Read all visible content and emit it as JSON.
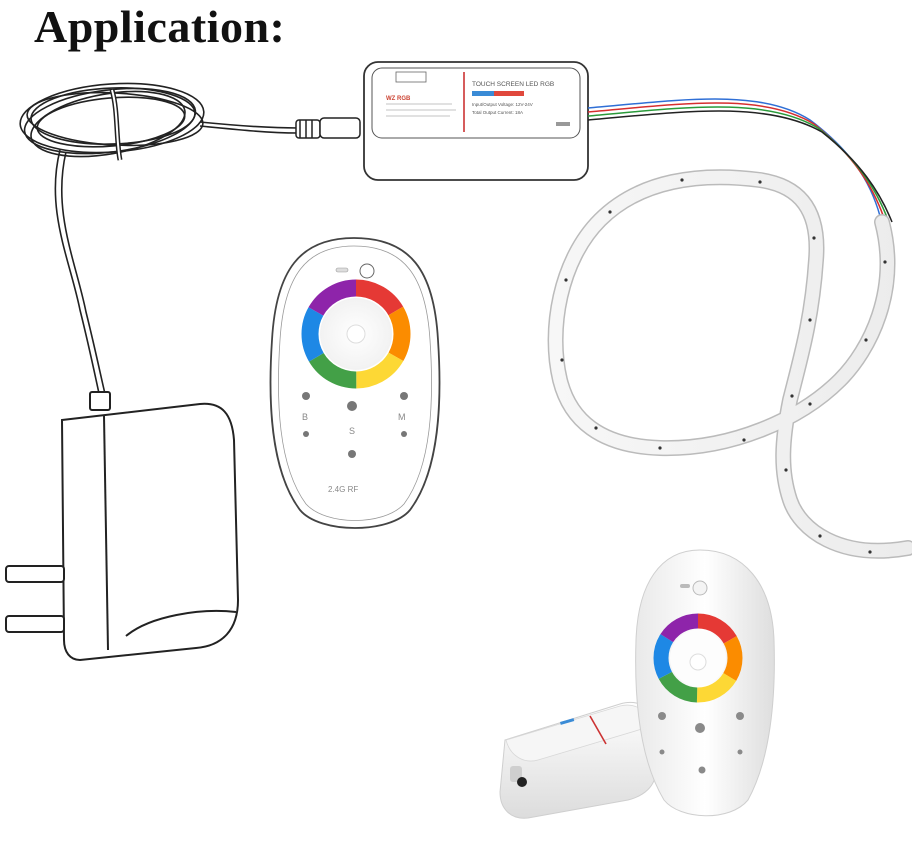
{
  "heading": "Application:",
  "controller": {
    "brand": "WZ RGB",
    "product_line": "TOUCH SCREEN LED RGB",
    "spec_input": "Input/Output Voltage: 12V-24V",
    "spec_current": "Total Output Current: 18A"
  },
  "remote": {
    "freq_label": "2.4G RF",
    "button_b": "B",
    "button_m": "M",
    "button_s": "S"
  }
}
